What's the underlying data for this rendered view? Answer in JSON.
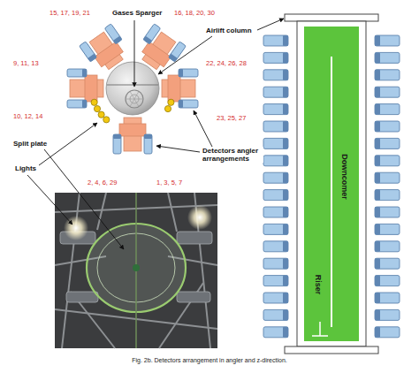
{
  "diagram": {
    "caption": "Fig. 2b. Detectors arrangement in angler and z-direction.",
    "nodes": [
      {
        "text": [
          "Riser",
          "Downcomer"
        ]
      }
    ],
    "labels": [
      "15, 17, 19, 21",
      "Gases Sparger",
      "16, 18, 20, 30",
      "Airlift column",
      "9, 11, 13",
      "22, 24, 26, 28",
      "10, 12, 14",
      "Split plate",
      "23, 25, 27",
      "Lights",
      "Detectors angler arrangements",
      "2, 4, 6, 29",
      "1, 3, 5, 7"
    ]
  }
}
